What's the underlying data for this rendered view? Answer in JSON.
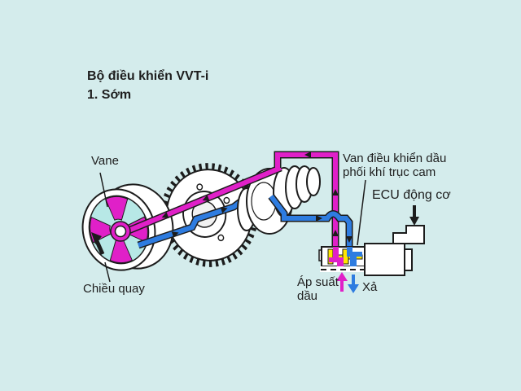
{
  "title": {
    "line1": "Bộ điều khiển VVT-i",
    "line2": "1. Sớm"
  },
  "labels": {
    "vane": "Vane",
    "rotation_direction": "Chiều quay",
    "oil_control_valve_line1": "Van điều khiển dầu",
    "oil_control_valve_line2": "phối khí trục cam",
    "ecu": "ECU động cơ",
    "oil_pressure_line1": "Áp suất",
    "oil_pressure_line2": "dầu",
    "drain": "Xả"
  },
  "colors": {
    "bg": "#d4ecec",
    "magenta": "#e020c8",
    "blue": "#2e7ce0",
    "yellow": "#ffe600",
    "chamber": "#b7e8e6",
    "ink": "#1c1c1c",
    "text": "#1e1e1e"
  }
}
